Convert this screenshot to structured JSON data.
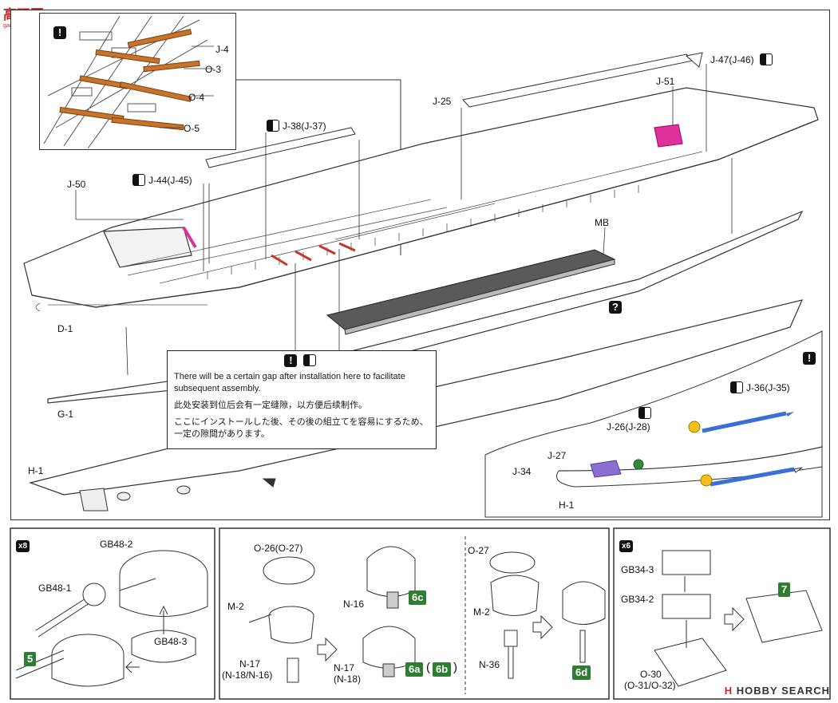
{
  "site_logo": {
    "text": "高玩网",
    "sub": "gaoplay.com"
  },
  "watermark": {
    "brand": "H",
    "text": "HOBBY SEARCH"
  },
  "main": {
    "labels": {
      "j4": "J-4",
      "o3": "O-3",
      "o4": "O-4",
      "o5": "O-5",
      "j25": "J-25",
      "j51": "J-51",
      "j47": "J-47(J-46)",
      "j38": "J-38(J-37)",
      "j44": "J-44(J-45)",
      "j50": "J-50",
      "mb": "MB",
      "d1": "D-1",
      "g1": "G-1",
      "h1": "H-1",
      "h1b": "H-1",
      "j36": "J-36(J-35)",
      "j26": "J-26(J-28)",
      "j27": "J-27",
      "j34": "J-34"
    },
    "question_mark": "?",
    "warning_mark": "!",
    "note": {
      "en": "There will be a certain gap after installation here to facilitate subsequent assembly.",
      "zh": "此处安装到位后会有一定缝隙，以方便后续制作。",
      "ja": "ここにインストールした後、その後の組立てを容易にするため、一定の隙間があります。"
    }
  },
  "step_a": {
    "qty": "x8",
    "labels": {
      "gb48_2": "GB48-2",
      "gb48_1": "GB48-1",
      "gb48_3": "GB48-3"
    },
    "badge": "5"
  },
  "step_b": {
    "labels": {
      "o26": "O-26(O-27)",
      "m2": "M-2",
      "n16": "N-16",
      "n17a": "N-17",
      "n17a2": "(N-18/N-16)",
      "n17b": "N-17",
      "n17b2": "(N-18)"
    },
    "badge_6c": "6c",
    "badge_6a": "6a",
    "paren_open": "(",
    "badge_6b": "6b",
    "paren_close": ")"
  },
  "step_c": {
    "labels": {
      "o27": "O-27",
      "m2": "M-2",
      "n36": "N-36"
    },
    "badge": "6d"
  },
  "step_d": {
    "qty": "x6",
    "labels": {
      "gb34_3": "GB34-3",
      "gb34_2": "GB34-2",
      "o30": "O-30",
      "o30b": "(O-31/O-32)"
    },
    "badge": "7"
  },
  "colors": {
    "wood": "#c8732a",
    "magenta": "#e0309a",
    "blue": "#3a6fd8",
    "yellow": "#f2c21a",
    "green": "#2e8b3a",
    "purple": "#8a6fd0",
    "badge": "#2e7d32"
  }
}
